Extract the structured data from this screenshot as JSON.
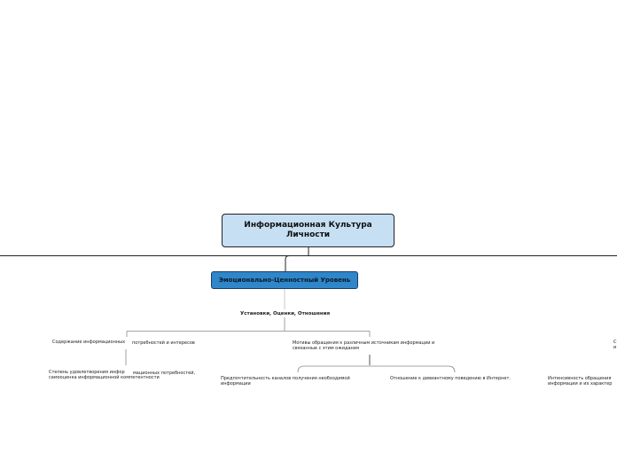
{
  "root": {
    "title": "Информационная Культура Личности"
  },
  "main_branch": {
    "title": "Эмоционально-Ценностный Уровень",
    "subtitle": "Установки, Оценки, Отношения"
  },
  "topics": {
    "content_left": "Содержание информационных",
    "content_right": "потребностей и интересов",
    "motives_line1": "Мотивы обращения к различным источникам информации и",
    "motives_line2": "связанные с этим ожидания",
    "satisfaction_line1": "Степень удовлетворения инфор",
    "satisfaction_mid": "мационных потребностей,",
    "satisfaction_line2": "самооценка информационной компетентности",
    "channels_line1": "Предпочтительность каналов получения необходимой",
    "channels_line2": "информации",
    "deviant": "Отношение к девиантному поведению в Интернет.",
    "intensity_line1": "Интенсивность обращения",
    "intensity_line2": "информации и их характер",
    "edge_fragment_1": "С",
    "edge_fragment_2": "и"
  },
  "colors": {
    "root_fill": "#c6dff3",
    "main_fill": "#2f86c9",
    "line": "#222222",
    "thin_line": "#999999"
  }
}
